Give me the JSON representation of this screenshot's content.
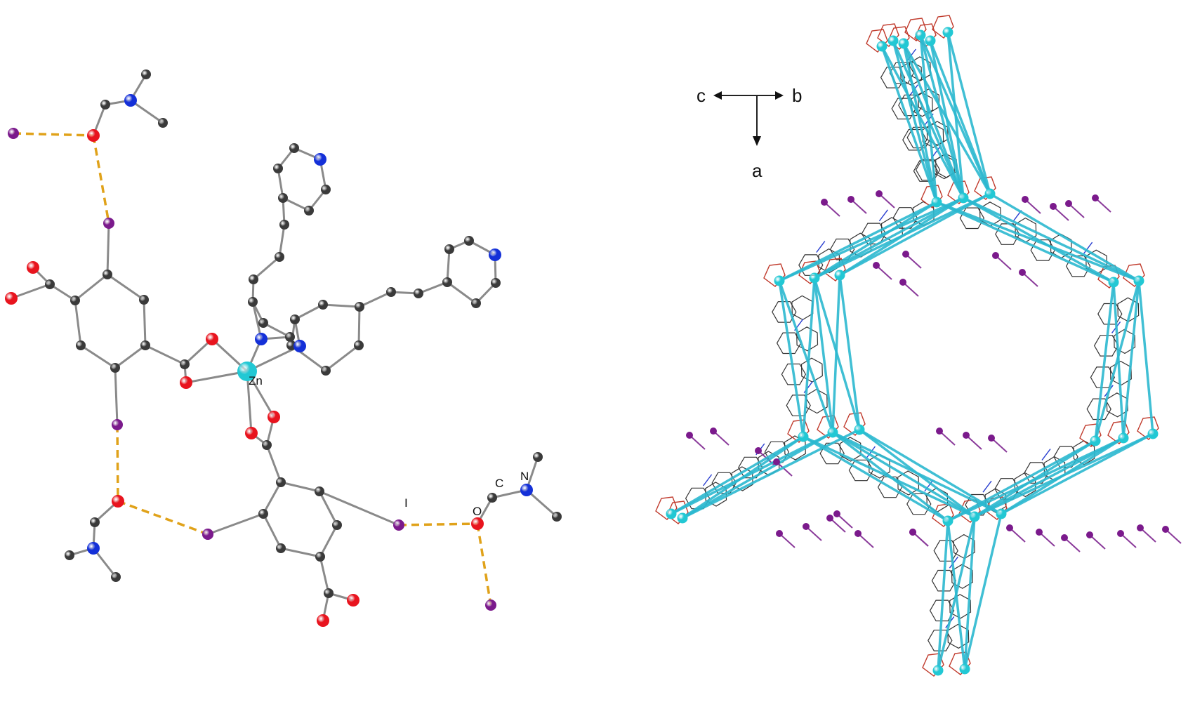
{
  "left_panel": {
    "labels": {
      "metal": "Zn",
      "iodine": "I",
      "oxygen": "O",
      "carbon": "C",
      "nitrogen": "N"
    }
  },
  "right_panel": {
    "axes": {
      "c": "c",
      "b": "b",
      "a": "a"
    }
  },
  "colors": {
    "carbon": "#3a3a3a",
    "oxygen": "#e8141e",
    "nitrogen": "#1430d8",
    "iodine": "#7b1a8c",
    "zinc": "#22c8d4",
    "bond": "#8a8a8a",
    "hbond": "#e0a21a",
    "frame_bond": "#2bb8cf",
    "wire": "#333333",
    "wire_o": "#c0392b",
    "wire_n": "#2a3fd0"
  }
}
